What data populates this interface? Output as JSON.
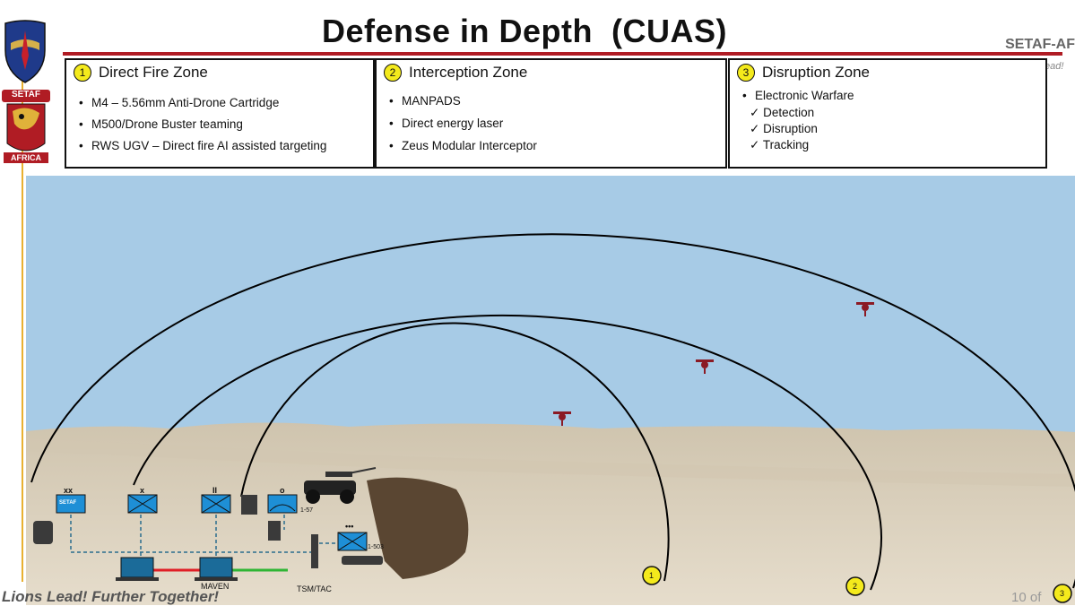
{
  "header": {
    "title": "Defense in Depth",
    "title_suffix": "(CUAS)",
    "org": "SETAF-AF",
    "tagline_fragment": "ead!"
  },
  "logo": {
    "setaf_text": "SETAF",
    "africa_text": "AFRICA"
  },
  "zones": [
    {
      "number": "1",
      "title": "Direct Fire Zone",
      "items": [
        "M4 – 5.56mm Anti-Drone Cartridge",
        "M500/Drone Buster teaming",
        "RWS UGV – Direct fire AI assisted targeting"
      ]
    },
    {
      "number": "2",
      "title": "Interception Zone",
      "items": [
        "MANPADS",
        "Direct energy laser",
        "Zeus Modular Interceptor"
      ]
    },
    {
      "number": "3",
      "title": "Disruption Zone",
      "items": [
        "Electronic Warfare"
      ],
      "subitems": [
        "Detection",
        "Disruption",
        "Tracking"
      ]
    }
  ],
  "diagram": {
    "unit_echelons": [
      "xx",
      "x",
      "II",
      "o",
      "•••"
    ],
    "unit_labels": [
      "SETAF",
      "1-57",
      "1-503"
    ],
    "node_labels": [
      "MAVEN",
      "TSM/TAC"
    ],
    "arc_markers": [
      "1",
      "2",
      "3"
    ]
  },
  "footer": {
    "slogan": "Lions Lead! Further Together!",
    "page": "10 of "
  },
  "colors": {
    "accent_red": "#b01c24",
    "marker_yellow": "#f4ea1c",
    "sky": "#a7cbe6",
    "sand": "#d9cdb6",
    "unit_blue": "#1e8fd6"
  }
}
